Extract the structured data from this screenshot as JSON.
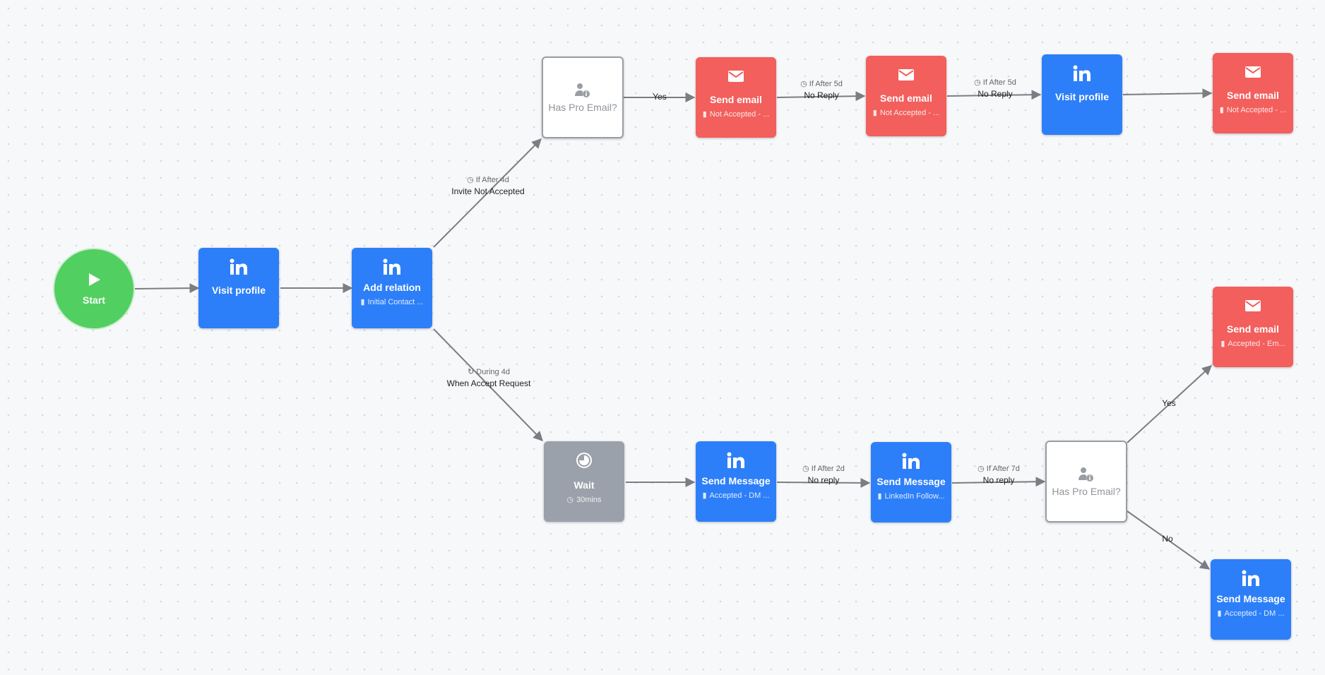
{
  "start": {
    "label": "Start"
  },
  "nodes": {
    "visit_profile_1": {
      "title": "Visit profile"
    },
    "add_relation": {
      "title": "Add relation",
      "sub": "Initial Contact ..."
    },
    "has_pro_email_1": {
      "title": "Has Pro Email?"
    },
    "send_email_1": {
      "title": "Send email",
      "sub": "Not Accepted - ..."
    },
    "send_email_2": {
      "title": "Send email",
      "sub": "Not Accepted - ..."
    },
    "visit_profile_2": {
      "title": "Visit profile"
    },
    "send_email_3": {
      "title": "Send email",
      "sub": "Not Accepted - ..."
    },
    "send_email_4": {
      "title": "Send email",
      "sub": "Accepted - Em..."
    },
    "wait": {
      "title": "Wait",
      "sub": "30mins"
    },
    "send_message_1": {
      "title": "Send Message",
      "sub": "Accepted - DM ..."
    },
    "send_message_2": {
      "title": "Send Message",
      "sub": "LinkedIn Follow..."
    },
    "has_pro_email_2": {
      "title": "Has Pro Email?"
    },
    "send_message_3": {
      "title": "Send Message",
      "sub": "Accepted - DM ..."
    }
  },
  "edges": {
    "not_accepted": {
      "cond": "If After 4d",
      "label": "Invite Not Accepted"
    },
    "accept": {
      "cond": "During 4d",
      "label": "When Accept Request"
    },
    "yes_1": {
      "label": "Yes"
    },
    "no_reply_1": {
      "cond": "If After 5d",
      "label": "No Reply"
    },
    "no_reply_2": {
      "cond": "If After 5d",
      "label": "No Reply"
    },
    "no_reply_3": {
      "cond": "If After 2d",
      "label": "No reply"
    },
    "no_reply_4": {
      "cond": "If After 7d",
      "label": "No reply"
    },
    "yes_2": {
      "label": "Yes"
    },
    "no_2": {
      "label": "No"
    }
  },
  "colors": {
    "linkedin": "#2d7ff9",
    "email": "#f25f5c",
    "wait": "#9aa1aa",
    "start": "#52cf61",
    "edge": "#7a7d82"
  },
  "icons": {
    "linkedin": "linkedin-icon",
    "email": "envelope-icon",
    "condition": "person-info-icon",
    "wait": "clock-pie-icon",
    "start": "play-icon"
  }
}
